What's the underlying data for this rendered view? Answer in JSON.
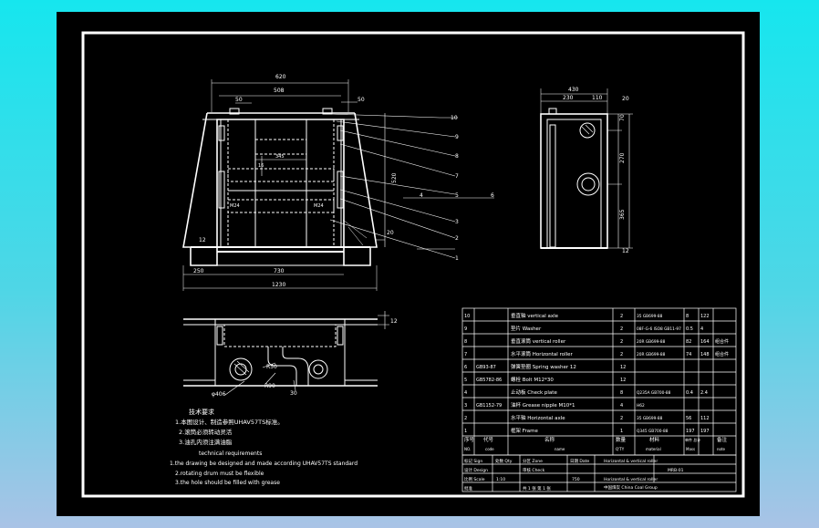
{
  "top_view": {
    "dim_overall_width": "620",
    "dim_inner_width": "508",
    "dim_right_small": "50",
    "dim_left_small": "50",
    "dim_mid_small": "16",
    "dim_roller_length": "345",
    "dim_height": "520",
    "dim_base_left": "250",
    "dim_base_span": "730",
    "dim_total": "1230",
    "dim_side_left": "12",
    "dim_side_right": "20",
    "dim_left_bolt": "M24",
    "dim_right_bolt": "M24"
  },
  "side_view": {
    "dim_width": "430",
    "dim_inner": "230",
    "dim_small": "110",
    "dim_top": "20",
    "dim_r1": "70",
    "dim_r2": "270",
    "dim_r3": "365",
    "dim_bottom": "12"
  },
  "callouts": [
    "10",
    "9",
    "8",
    "7",
    "6",
    "5",
    "4",
    "3",
    "2",
    "1"
  ],
  "plan_view": {
    "dim_r50": "R50",
    "dim_r90": "R90",
    "dim_phi": "φ406",
    "dim_12": "12",
    "dim_label": "30"
  },
  "notes": {
    "cn_title": "技术要求",
    "cn_line1": "1.本图设计、制造参照UHAV57TS标准。",
    "cn_line2": "2.滚筒必须转动灵活",
    "cn_line3": "3.油孔内须注满油脂",
    "en_title": "technical requirements",
    "en_line1": "1.the drawing be designed and made according UHAV57TS standard",
    "en_line2": "2.rotating drum must be flexible",
    "en_line3": "3.the hole should be filled with grease"
  },
  "bom": {
    "rows": [
      {
        "no": "10",
        "code": "",
        "name": "垂直轴 vertical axle",
        "qty": "2",
        "material": "35 GB699-88",
        "w1": "8",
        "w2": "122",
        "note": ""
      },
      {
        "no": "9",
        "code": "",
        "name": "垫片 Washer",
        "qty": "2",
        "material": "08F-G-6 ISO8 GB11-97",
        "w1": "0.5",
        "w2": "4",
        "note": ""
      },
      {
        "no": "8",
        "code": "",
        "name": "垂直滚筒 vertical roller",
        "qty": "2",
        "material": "20R GB699-88",
        "w1": "82",
        "w2": "164",
        "note": "组合件"
      },
      {
        "no": "7",
        "code": "",
        "name": "水平滚筒 Horizontal roller",
        "qty": "2",
        "material": "20R GB699-88",
        "w1": "74",
        "w2": "148",
        "note": "组合件"
      },
      {
        "no": "6",
        "code": "GB93-87",
        "name": "弹簧垫圈 Spring washer 12",
        "qty": "12",
        "material": "",
        "w1": "",
        "w2": "",
        "note": ""
      },
      {
        "no": "5",
        "code": "GB5782-86",
        "name": "螺栓 Bolt M12*30",
        "qty": "12",
        "material": "",
        "w1": "",
        "w2": "",
        "note": ""
      },
      {
        "no": "4",
        "code": "",
        "name": "止动板 Check plate",
        "qty": "8",
        "material": "Q235A GB700-88",
        "w1": "0.4",
        "w2": "2.4",
        "note": ""
      },
      {
        "no": "3",
        "code": "GB1152-79",
        "name": "油杯 Grease nipple M10*1",
        "qty": "4",
        "material": "H62",
        "w1": "",
        "w2": "",
        "note": ""
      },
      {
        "no": "2",
        "code": "",
        "name": "水平轴 Horizontal axle",
        "qty": "2",
        "material": "35 GB699-88",
        "w1": "56",
        "w2": "112",
        "note": ""
      },
      {
        "no": "1",
        "code": "",
        "name": "框架 Frame",
        "qty": "1",
        "material": "Q345 GB700-88",
        "w1": "197",
        "w2": "197",
        "note": ""
      }
    ],
    "header": {
      "no": "序号",
      "no_en": "NO.",
      "code": "代号",
      "code_en": "code",
      "name": "名称",
      "name_en": "name",
      "qty": "数量",
      "qty_en": "Q'TY",
      "material": "材料",
      "material_en": "material",
      "weight": "单件 总计",
      "weight_en": "Mass",
      "note": "备注",
      "note_en": "note"
    }
  },
  "title_block": {
    "row1_left": "标记 Sign",
    "row1_b": "处数 Qty",
    "row1_c": "分区 Zone",
    "row1_d": "日期 Date",
    "right_top": "Horizontal & vertical roller",
    "design": "设计 Design",
    "check": "审核 Check",
    "scale_label": "比例 Scale",
    "scale": "1:10",
    "weight": "750",
    "drawing_no": "MRB-01",
    "sheet": "共 1 张 第 1 张",
    "approved": "批准",
    "company_line1": "Horizontal & vertical roller",
    "company_line2": "中国煤炭 China Coal Group"
  }
}
